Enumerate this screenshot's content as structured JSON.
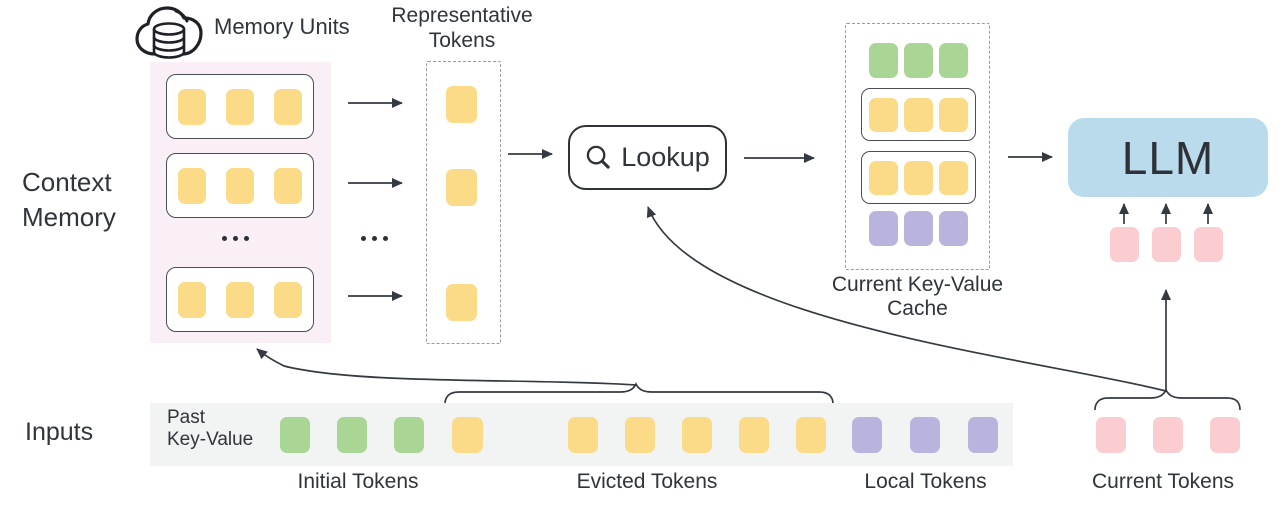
{
  "title": "Context memory architecture diagram",
  "colors": {
    "token_yellow": "#FBDA88",
    "token_green": "#A9D694",
    "token_purple": "#B9B4DE",
    "token_pink": "#FBCDD1",
    "llm_blue": "#B9DBEC",
    "memory_bg": "#FAEFF7",
    "strip_bg": "#F2F4F4",
    "line": "#343A42",
    "text": "#30343B",
    "unit_border": "#4A4F57",
    "dashed_border": "#9B9B9B"
  },
  "labels": {
    "memory_units": "Memory Units",
    "representative_line1": "Representative",
    "representative_line2": "Tokens",
    "context_line1": "Context",
    "context_line2": "Memory",
    "lookup": "Lookup",
    "cache_line1": "Current Key-Value",
    "cache_line2": "Cache",
    "llm": "LLM",
    "inputs": "Inputs",
    "past_kv_line1": "Past",
    "past_kv_line2": "Key-Value",
    "initial_tokens": "Initial Tokens",
    "evicted_tokens": "Evicted Tokens",
    "local_tokens": "Local Tokens",
    "current_tokens": "Current Tokens",
    "ellipsis": "..."
  },
  "icons": {
    "memory": "cloud-database-icon",
    "lookup": "search-icon"
  },
  "tokens": {
    "memory_unit": {
      "count": 3,
      "color": "token_yellow"
    },
    "representative_single": {
      "count": 1,
      "color": "token_yellow"
    },
    "cache_initial": {
      "count": 3,
      "color": "token_green"
    },
    "cache_unit": {
      "count": 3,
      "color": "token_yellow"
    },
    "cache_local": {
      "count": 3,
      "color": "token_purple"
    },
    "llm_current": {
      "count": 3,
      "color": "token_pink"
    },
    "input_initial": {
      "count": 3,
      "color": "token_green"
    },
    "input_evicted_head": {
      "count": 1,
      "color": "token_yellow"
    },
    "input_evicted_tail": {
      "count": 5,
      "color": "token_yellow"
    },
    "input_local": {
      "count": 3,
      "color": "token_purple"
    },
    "input_current": {
      "count": 3,
      "color": "token_pink"
    }
  }
}
